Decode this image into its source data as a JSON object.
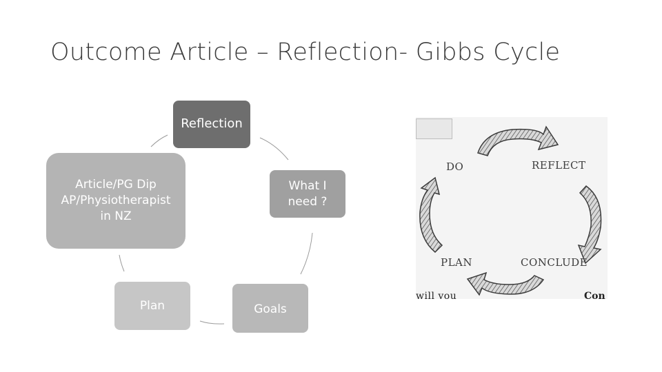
{
  "title": "Outcome Article – Reflection- Gibbs Cycle",
  "cycle": {
    "nodes": {
      "reflection": "Reflection",
      "article": [
        "Article/PG Dip",
        "AP/Physiotherapist",
        "in NZ"
      ],
      "whatineed": [
        "What I",
        "need ?"
      ],
      "goals": "Goals",
      "plan": "Plan"
    },
    "colors": {
      "reflection": "#6e6e6e",
      "article": "#b4b4b4",
      "whatineed": "#a0a0a0",
      "goals": "#b8b8b8",
      "plan": "#c6c6c6",
      "connector": "#999999"
    }
  },
  "gibbs_image": {
    "labels": {
      "do": "DO",
      "reflect": "REFLECT",
      "plan": "PLAN",
      "conclude": "CONCLUDE"
    },
    "cropped_text": {
      "left": "will you",
      "right": "Con"
    }
  }
}
